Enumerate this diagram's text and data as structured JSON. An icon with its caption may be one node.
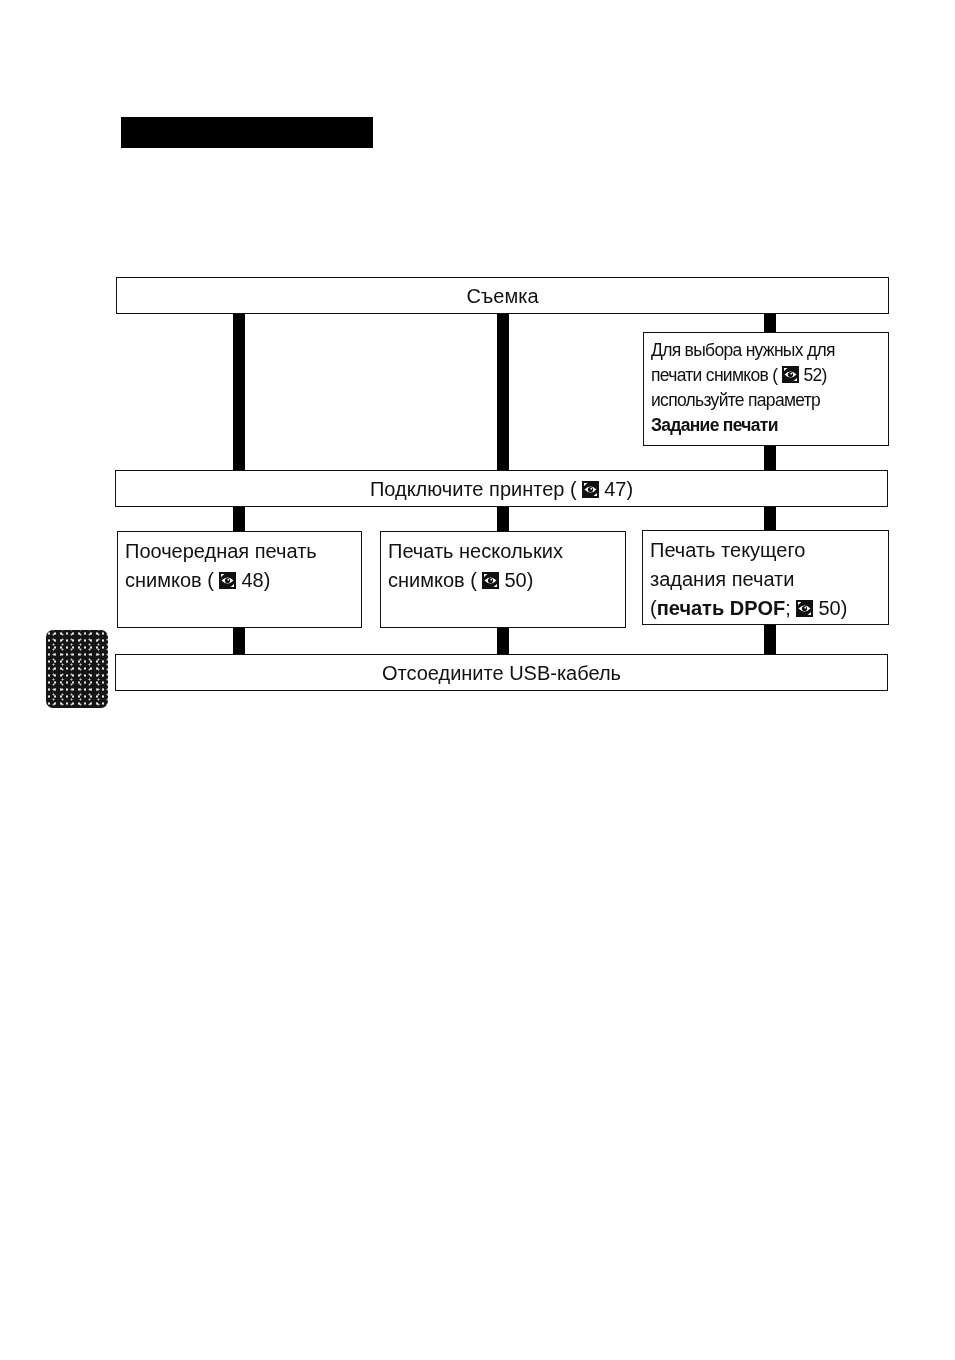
{
  "diagram": {
    "nodes": [
      {
        "text": [],
        "shape": "bar"
      },
      {
        "text": [
          "Съемка"
        ]
      },
      {
        "text": [
          "Для выбора нужных для печати снимков ( 52) используйте параметр **Задание печати**"
        ]
      },
      {
        "text": [
          "Подключите принтер ( 47)"
        ]
      },
      {
        "text": [
          "Поочередная печать снимков ( 48)"
        ]
      },
      {
        "text": [
          "Печать нескольких снимков ( 50)"
        ]
      },
      {
        "text": [
          "Печать текущего задания печати (**печать DPOF**; 50)"
        ]
      },
      {
        "text": [],
        "shape": "box"
      },
      {
        "text": [
          "Отсоедините USB-кабель"
        ]
      }
    ],
    "edges": [
      {
        "from": 1,
        "to": 3,
        "arrow": "none"
      },
      {
        "from": 1,
        "to": 3,
        "arrow": "none"
      },
      {
        "from": 1,
        "to": 2,
        "arrow": "none"
      },
      {
        "from": 2,
        "to": 3,
        "arrow": "none"
      },
      {
        "from": 3,
        "to": 4,
        "arrow": "none"
      },
      {
        "from": 3,
        "to": 5,
        "arrow": "none"
      },
      {
        "from": 3,
        "to": 6,
        "arrow": "none"
      },
      {
        "from": 4,
        "to": 8,
        "arrow": "none"
      },
      {
        "from": 5,
        "to": 8,
        "arrow": "none"
      },
      {
        "from": 6,
        "to": 8,
        "arrow": "none"
      }
    ]
  }
}
